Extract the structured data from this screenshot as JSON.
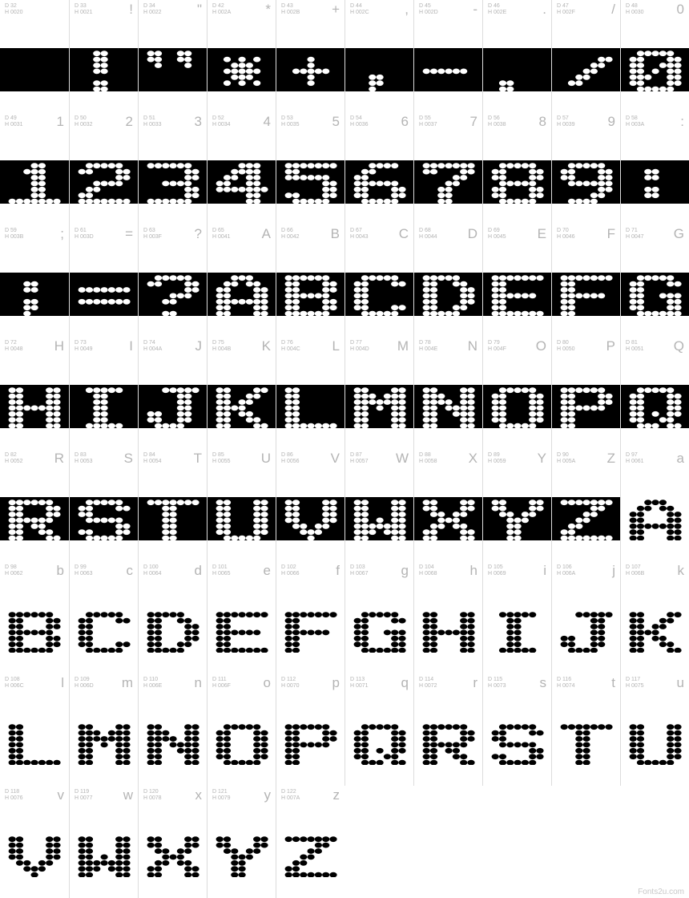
{
  "glyphs": [
    {
      "d": "D 32",
      "h": "H 0020",
      "ch": "",
      "inv": true,
      "dots": [
        "",
        "",
        "",
        "",
        "",
        "",
        ""
      ]
    },
    {
      "d": "D 33",
      "h": "H 0021",
      "ch": "!",
      "inv": true,
      "dots": [
        "000110000",
        "000110000",
        "000110000",
        "000110000",
        "000000000",
        "000110000",
        "000110000"
      ]
    },
    {
      "d": "D 34",
      "h": "H 0022",
      "ch": "\"",
      "inv": true,
      "dots": [
        "011001100",
        "011001100",
        "001000100",
        "000000000",
        "000000000",
        "000000000",
        "000000000"
      ]
    },
    {
      "d": "D 42",
      "h": "H 002A",
      "ch": "*",
      "inv": true,
      "dots": [
        "000000000",
        "001010100",
        "000111000",
        "001111100",
        "000111000",
        "001010100",
        "000000000"
      ]
    },
    {
      "d": "D 43",
      "h": "H 002B",
      "ch": "+",
      "inv": true,
      "dots": [
        "000000000",
        "000010000",
        "000010000",
        "001111100",
        "000010000",
        "000010000",
        "000000000"
      ]
    },
    {
      "d": "D 44",
      "h": "H 002C",
      "ch": ",",
      "inv": true,
      "dots": [
        "000000000",
        "000000000",
        "000000000",
        "000000000",
        "000110000",
        "000110000",
        "000100000"
      ]
    },
    {
      "d": "D 45",
      "h": "H 002D",
      "ch": "-",
      "inv": true,
      "dots": [
        "000000000",
        "000000000",
        "000000000",
        "011111100",
        "000000000",
        "000000000",
        "000000000"
      ]
    },
    {
      "d": "D 46",
      "h": "H 002E",
      "ch": ".",
      "inv": true,
      "dots": [
        "000000000",
        "000000000",
        "000000000",
        "000000000",
        "000000000",
        "001100000",
        "001100000"
      ]
    },
    {
      "d": "D 47",
      "h": "H 002F",
      "ch": "/",
      "inv": true,
      "dots": [
        "000000000",
        "000000110",
        "000001100",
        "000011000",
        "000110000",
        "001100000",
        "000000000"
      ]
    },
    {
      "d": "D 48",
      "h": "H 0030",
      "ch": "0",
      "inv": true,
      "dots": [
        "001111100",
        "011000110",
        "011001110",
        "011010110",
        "011100110",
        "011000110",
        "001111100"
      ]
    },
    {
      "d": "D 49",
      "h": "H 0031",
      "ch": "1",
      "inv": true,
      "dots": [
        "000011000",
        "000111000",
        "000011000",
        "000011000",
        "000011000",
        "000011000",
        "011111110"
      ]
    },
    {
      "d": "D 50",
      "h": "H 0032",
      "ch": "2",
      "inv": true,
      "dots": [
        "001111100",
        "011000110",
        "000000110",
        "000111100",
        "001100000",
        "011000000",
        "011111110"
      ]
    },
    {
      "d": "D 51",
      "h": "H 0033",
      "ch": "3",
      "inv": true,
      "dots": [
        "011111100",
        "000000110",
        "000000110",
        "000111100",
        "000000110",
        "000000110",
        "011111100"
      ]
    },
    {
      "d": "D 52",
      "h": "H 0034",
      "ch": "4",
      "inv": true,
      "dots": [
        "000011100",
        "000111100",
        "001101100",
        "011001100",
        "011111110",
        "000001100",
        "000001100"
      ]
    },
    {
      "d": "D 53",
      "h": "H 0035",
      "ch": "5",
      "inv": true,
      "dots": [
        "011111110",
        "011000000",
        "011111100",
        "000000110",
        "000000110",
        "011000110",
        "001111100"
      ]
    },
    {
      "d": "D 54",
      "h": "H 0036",
      "ch": "6",
      "inv": true,
      "dots": [
        "000111100",
        "001100000",
        "011000000",
        "011111100",
        "011000110",
        "011000110",
        "001111100"
      ]
    },
    {
      "d": "D 55",
      "h": "H 0037",
      "ch": "7",
      "inv": true,
      "dots": [
        "011111110",
        "011000110",
        "000001100",
        "000011000",
        "000110000",
        "000110000",
        "000110000"
      ]
    },
    {
      "d": "D 56",
      "h": "H 0038",
      "ch": "8",
      "inv": true,
      "dots": [
        "001111100",
        "011000110",
        "011000110",
        "001111100",
        "011000110",
        "011000110",
        "001111100"
      ]
    },
    {
      "d": "D 57",
      "h": "H 0039",
      "ch": "9",
      "inv": true,
      "dots": [
        "001111100",
        "011000110",
        "011000110",
        "001111110",
        "000000110",
        "000001100",
        "001111000"
      ]
    },
    {
      "d": "D 58",
      "h": "H 003A",
      "ch": ":",
      "inv": true,
      "dots": [
        "000000000",
        "000110000",
        "000110000",
        "000000000",
        "000110000",
        "000110000",
        "000000000"
      ]
    },
    {
      "d": "D 59",
      "h": "H 003B",
      "ch": ";",
      "inv": true,
      "dots": [
        "000000000",
        "000110000",
        "000110000",
        "000000000",
        "000110000",
        "000110000",
        "000100000"
      ]
    },
    {
      "d": "D 61",
      "h": "H 003D",
      "ch": "=",
      "inv": true,
      "dots": [
        "000000000",
        "000000000",
        "011111110",
        "000000000",
        "011111110",
        "000000000",
        "000000000"
      ]
    },
    {
      "d": "D 63",
      "h": "H 003F",
      "ch": "?",
      "inv": true,
      "dots": [
        "001111100",
        "011000110",
        "000000110",
        "000011100",
        "000110000",
        "000000000",
        "000110000"
      ]
    },
    {
      "d": "D 65",
      "h": "H 0041",
      "ch": "A",
      "inv": true,
      "dots": [
        "000111000",
        "001101100",
        "011000110",
        "011000110",
        "011111110",
        "011000110",
        "011000110"
      ]
    },
    {
      "d": "D 66",
      "h": "H 0042",
      "ch": "B",
      "inv": true,
      "dots": [
        "011111100",
        "011000110",
        "011000110",
        "011111100",
        "011000110",
        "011000110",
        "011111100"
      ]
    },
    {
      "d": "D 67",
      "h": "H 0043",
      "ch": "C",
      "inv": true,
      "dots": [
        "001111100",
        "011000110",
        "011000000",
        "011000000",
        "011000000",
        "011000110",
        "001111100"
      ]
    },
    {
      "d": "D 68",
      "h": "H 0044",
      "ch": "D",
      "inv": true,
      "dots": [
        "011111000",
        "011001100",
        "011000110",
        "011000110",
        "011000110",
        "011001100",
        "011111000"
      ]
    },
    {
      "d": "D 69",
      "h": "H 0045",
      "ch": "E",
      "inv": true,
      "dots": [
        "011111110",
        "011000000",
        "011000000",
        "011111100",
        "011000000",
        "011000000",
        "011111110"
      ]
    },
    {
      "d": "D 70",
      "h": "H 0046",
      "ch": "F",
      "inv": true,
      "dots": [
        "011111110",
        "011000000",
        "011000000",
        "011111100",
        "011000000",
        "011000000",
        "011000000"
      ]
    },
    {
      "d": "D 71",
      "h": "H 0047",
      "ch": "G",
      "inv": true,
      "dots": [
        "001111100",
        "011000110",
        "011000000",
        "011001110",
        "011000110",
        "011000110",
        "001111110"
      ]
    },
    {
      "d": "D 72",
      "h": "H 0048",
      "ch": "H",
      "inv": true,
      "dots": [
        "011000110",
        "011000110",
        "011000110",
        "011111110",
        "011000110",
        "011000110",
        "011000110"
      ]
    },
    {
      "d": "D 73",
      "h": "H 0049",
      "ch": "I",
      "inv": true,
      "dots": [
        "001111100",
        "000110000",
        "000110000",
        "000110000",
        "000110000",
        "000110000",
        "001111100"
      ]
    },
    {
      "d": "D 74",
      "h": "H 004A",
      "ch": "J",
      "inv": true,
      "dots": [
        "000111110",
        "000001100",
        "000001100",
        "000001100",
        "011001100",
        "011001100",
        "001111000"
      ]
    },
    {
      "d": "D 75",
      "h": "H 004B",
      "ch": "K",
      "inv": true,
      "dots": [
        "011000110",
        "011001100",
        "011011000",
        "011110000",
        "011011000",
        "011001100",
        "011000110"
      ]
    },
    {
      "d": "D 76",
      "h": "H 004C",
      "ch": "L",
      "inv": true,
      "dots": [
        "011000000",
        "011000000",
        "011000000",
        "011000000",
        "011000000",
        "011000000",
        "011111110"
      ]
    },
    {
      "d": "D 77",
      "h": "H 004D",
      "ch": "M",
      "inv": true,
      "dots": [
        "011000110",
        "011101110",
        "011111110",
        "011010110",
        "011000110",
        "011000110",
        "011000110"
      ]
    },
    {
      "d": "D 78",
      "h": "H 004E",
      "ch": "N",
      "inv": true,
      "dots": [
        "011000110",
        "011100110",
        "011110110",
        "011011110",
        "011001110",
        "011000110",
        "011000110"
      ]
    },
    {
      "d": "D 79",
      "h": "H 004F",
      "ch": "O",
      "inv": true,
      "dots": [
        "001111100",
        "011000110",
        "011000110",
        "011000110",
        "011000110",
        "011000110",
        "001111100"
      ]
    },
    {
      "d": "D 80",
      "h": "H 0050",
      "ch": "P",
      "inv": true,
      "dots": [
        "011111100",
        "011000110",
        "011000110",
        "011111100",
        "011000000",
        "011000000",
        "011000000"
      ]
    },
    {
      "d": "D 81",
      "h": "H 0051",
      "ch": "Q",
      "inv": true,
      "dots": [
        "001111100",
        "011000110",
        "011000110",
        "011000110",
        "011010110",
        "011001100",
        "001110110"
      ]
    },
    {
      "d": "D 82",
      "h": "H 0052",
      "ch": "R",
      "inv": true,
      "dots": [
        "011111100",
        "011000110",
        "011000110",
        "011111100",
        "011011000",
        "011001100",
        "011000110"
      ]
    },
    {
      "d": "D 83",
      "h": "H 0053",
      "ch": "S",
      "inv": true,
      "dots": [
        "001111100",
        "011000110",
        "011000000",
        "001111100",
        "000000110",
        "011000110",
        "001111100"
      ]
    },
    {
      "d": "D 84",
      "h": "H 0054",
      "ch": "T",
      "inv": true,
      "dots": [
        "011111110",
        "000110000",
        "000110000",
        "000110000",
        "000110000",
        "000110000",
        "000110000"
      ]
    },
    {
      "d": "D 85",
      "h": "H 0055",
      "ch": "U",
      "inv": true,
      "dots": [
        "011000110",
        "011000110",
        "011000110",
        "011000110",
        "011000110",
        "011000110",
        "001111100"
      ]
    },
    {
      "d": "D 86",
      "h": "H 0056",
      "ch": "V",
      "inv": true,
      "dots": [
        "011000110",
        "011000110",
        "011000110",
        "011000110",
        "001101100",
        "000111000",
        "000010000"
      ]
    },
    {
      "d": "D 87",
      "h": "H 0057",
      "ch": "W",
      "inv": true,
      "dots": [
        "011000110",
        "011000110",
        "011000110",
        "011010110",
        "011111110",
        "011101110",
        "011000110"
      ]
    },
    {
      "d": "D 88",
      "h": "H 0058",
      "ch": "X",
      "inv": true,
      "dots": [
        "011000110",
        "011000110",
        "001101100",
        "000111000",
        "001101100",
        "011000110",
        "011000110"
      ]
    },
    {
      "d": "D 89",
      "h": "H 0059",
      "ch": "Y",
      "inv": true,
      "dots": [
        "011000110",
        "011000110",
        "001101100",
        "000111000",
        "000110000",
        "000110000",
        "000110000"
      ]
    },
    {
      "d": "D 90",
      "h": "H 005A",
      "ch": "Z",
      "inv": true,
      "dots": [
        "011111110",
        "000001100",
        "000011000",
        "000110000",
        "001100000",
        "011000000",
        "011111110"
      ]
    },
    {
      "d": "D 97",
      "h": "H 0061",
      "ch": "a",
      "inv": false,
      "dots": [
        "000111000",
        "001101100",
        "011000110",
        "011000110",
        "011111110",
        "011000110",
        "011000110"
      ]
    },
    {
      "d": "D 98",
      "h": "H 0062",
      "ch": "b",
      "inv": false,
      "dots": [
        "011111100",
        "011000110",
        "011000110",
        "011111100",
        "011000110",
        "011000110",
        "011111100"
      ]
    },
    {
      "d": "D 99",
      "h": "H 0063",
      "ch": "c",
      "inv": false,
      "dots": [
        "001111100",
        "011000110",
        "011000000",
        "011000000",
        "011000000",
        "011000110",
        "001111100"
      ]
    },
    {
      "d": "D 100",
      "h": "H 0064",
      "ch": "d",
      "inv": false,
      "dots": [
        "011111000",
        "011001100",
        "011000110",
        "011000110",
        "011000110",
        "011001100",
        "011111000"
      ]
    },
    {
      "d": "D 101",
      "h": "H 0065",
      "ch": "e",
      "inv": false,
      "dots": [
        "011111110",
        "011000000",
        "011000000",
        "011111100",
        "011000000",
        "011000000",
        "011111110"
      ]
    },
    {
      "d": "D 102",
      "h": "H 0066",
      "ch": "f",
      "inv": false,
      "dots": [
        "011111110",
        "011000000",
        "011000000",
        "011111100",
        "011000000",
        "011000000",
        "011000000"
      ]
    },
    {
      "d": "D 103",
      "h": "H 0067",
      "ch": "g",
      "inv": false,
      "dots": [
        "001111100",
        "011000110",
        "011000000",
        "011001110",
        "011000110",
        "011000110",
        "001111110"
      ]
    },
    {
      "d": "D 104",
      "h": "H 0068",
      "ch": "h",
      "inv": false,
      "dots": [
        "011000110",
        "011000110",
        "011000110",
        "011111110",
        "011000110",
        "011000110",
        "011000110"
      ]
    },
    {
      "d": "D 105",
      "h": "H 0069",
      "ch": "i",
      "inv": false,
      "dots": [
        "001111100",
        "000110000",
        "000110000",
        "000110000",
        "000110000",
        "000110000",
        "001111100"
      ]
    },
    {
      "d": "D 106",
      "h": "H 006A",
      "ch": "j",
      "inv": false,
      "dots": [
        "000111110",
        "000001100",
        "000001100",
        "000001100",
        "011001100",
        "011001100",
        "001111000"
      ]
    },
    {
      "d": "D 107",
      "h": "H 006B",
      "ch": "k",
      "inv": false,
      "dots": [
        "011000110",
        "011001100",
        "011011000",
        "011110000",
        "011011000",
        "011001100",
        "011000110"
      ]
    },
    {
      "d": "D 108",
      "h": "H 006C",
      "ch": "l",
      "inv": false,
      "dots": [
        "011000000",
        "011000000",
        "011000000",
        "011000000",
        "011000000",
        "011000000",
        "011111110"
      ]
    },
    {
      "d": "D 109",
      "h": "H 006D",
      "ch": "m",
      "inv": false,
      "dots": [
        "011000110",
        "011101110",
        "011111110",
        "011010110",
        "011000110",
        "011000110",
        "011000110"
      ]
    },
    {
      "d": "D 110",
      "h": "H 006E",
      "ch": "n",
      "inv": false,
      "dots": [
        "011000110",
        "011100110",
        "011110110",
        "011011110",
        "011001110",
        "011000110",
        "011000110"
      ]
    },
    {
      "d": "D 111",
      "h": "H 006F",
      "ch": "o",
      "inv": false,
      "dots": [
        "001111100",
        "011000110",
        "011000110",
        "011000110",
        "011000110",
        "011000110",
        "001111100"
      ]
    },
    {
      "d": "D 112",
      "h": "H 0070",
      "ch": "p",
      "inv": false,
      "dots": [
        "011111100",
        "011000110",
        "011000110",
        "011111100",
        "011000000",
        "011000000",
        "011000000"
      ]
    },
    {
      "d": "D 113",
      "h": "H 0071",
      "ch": "q",
      "inv": false,
      "dots": [
        "001111100",
        "011000110",
        "011000110",
        "011000110",
        "011010110",
        "011001100",
        "001110110"
      ]
    },
    {
      "d": "D 114",
      "h": "H 0072",
      "ch": "r",
      "inv": false,
      "dots": [
        "011111100",
        "011000110",
        "011000110",
        "011111100",
        "011011000",
        "011001100",
        "011000110"
      ]
    },
    {
      "d": "D 115",
      "h": "H 0073",
      "ch": "s",
      "inv": false,
      "dots": [
        "001111100",
        "011000110",
        "011000000",
        "001111100",
        "000000110",
        "011000110",
        "001111100"
      ]
    },
    {
      "d": "D 116",
      "h": "H 0074",
      "ch": "t",
      "inv": false,
      "dots": [
        "011111110",
        "000110000",
        "000110000",
        "000110000",
        "000110000",
        "000110000",
        "000110000"
      ]
    },
    {
      "d": "D 117",
      "h": "H 0075",
      "ch": "u",
      "inv": false,
      "dots": [
        "011000110",
        "011000110",
        "011000110",
        "011000110",
        "011000110",
        "011000110",
        "001111100"
      ]
    },
    {
      "d": "D 118",
      "h": "H 0076",
      "ch": "v",
      "inv": false,
      "dots": [
        "011000110",
        "011000110",
        "011000110",
        "011000110",
        "001101100",
        "000111000",
        "000010000"
      ]
    },
    {
      "d": "D 119",
      "h": "H 0077",
      "ch": "w",
      "inv": false,
      "dots": [
        "011000110",
        "011000110",
        "011000110",
        "011010110",
        "011111110",
        "011101110",
        "011000110"
      ]
    },
    {
      "d": "D 120",
      "h": "H 0078",
      "ch": "x",
      "inv": false,
      "dots": [
        "011000110",
        "011000110",
        "001101100",
        "000111000",
        "001101100",
        "011000110",
        "011000110"
      ]
    },
    {
      "d": "D 121",
      "h": "H 0079",
      "ch": "y",
      "inv": false,
      "dots": [
        "011000110",
        "011000110",
        "001101100",
        "000111000",
        "000110000",
        "000110000",
        "000110000"
      ]
    },
    {
      "d": "D 122",
      "h": "H 007A",
      "ch": "z",
      "inv": false,
      "dots": [
        "011111110",
        "000001100",
        "000011000",
        "000110000",
        "001100000",
        "011000000",
        "011111110"
      ]
    }
  ],
  "footer": "Fonts2u.com",
  "colors": {
    "grid": "#dcdcdc",
    "code_text": "#b4b4b4",
    "ink": "#000000",
    "paper": "#ffffff"
  }
}
